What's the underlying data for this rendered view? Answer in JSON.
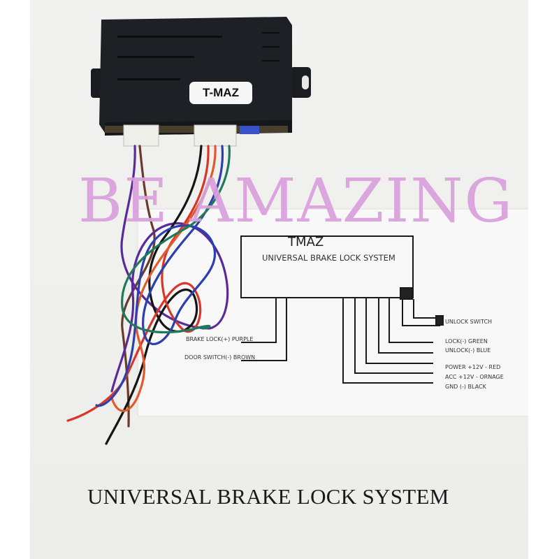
{
  "watermark": "BE AMAZING",
  "caption": "UNIVERSAL BRAKE LOCK SYSTEM",
  "device": {
    "label": "T-MAZ",
    "body_color": "#1d2024",
    "wire_colors": {
      "purple": "#5b2a9a",
      "brown": "#6b3a2a",
      "black": "#141414",
      "red": "#d9362a",
      "orange": "#e25a2c",
      "blue": "#2a3fb0",
      "green": "#1f7a5a"
    }
  },
  "diagram": {
    "title": "TMAZ",
    "subtitle": "UNIVERSAL BRAKE LOCK SYSTEM",
    "left_labels": [
      "BRAKE LOCK(+)  PURPLE",
      "DOOR SWITCH(-) BROWN"
    ],
    "right_labels": [
      "UNLOCK SWITCH",
      "LOCK(-) GREEN",
      "UNLOCK(-) BLUE",
      "POWER +12V - RED",
      "ACC +12V - ORNAGE",
      "GND (-) BLACK"
    ]
  },
  "colors": {
    "watermark": "#d9a0dc",
    "background": "#efefec"
  }
}
